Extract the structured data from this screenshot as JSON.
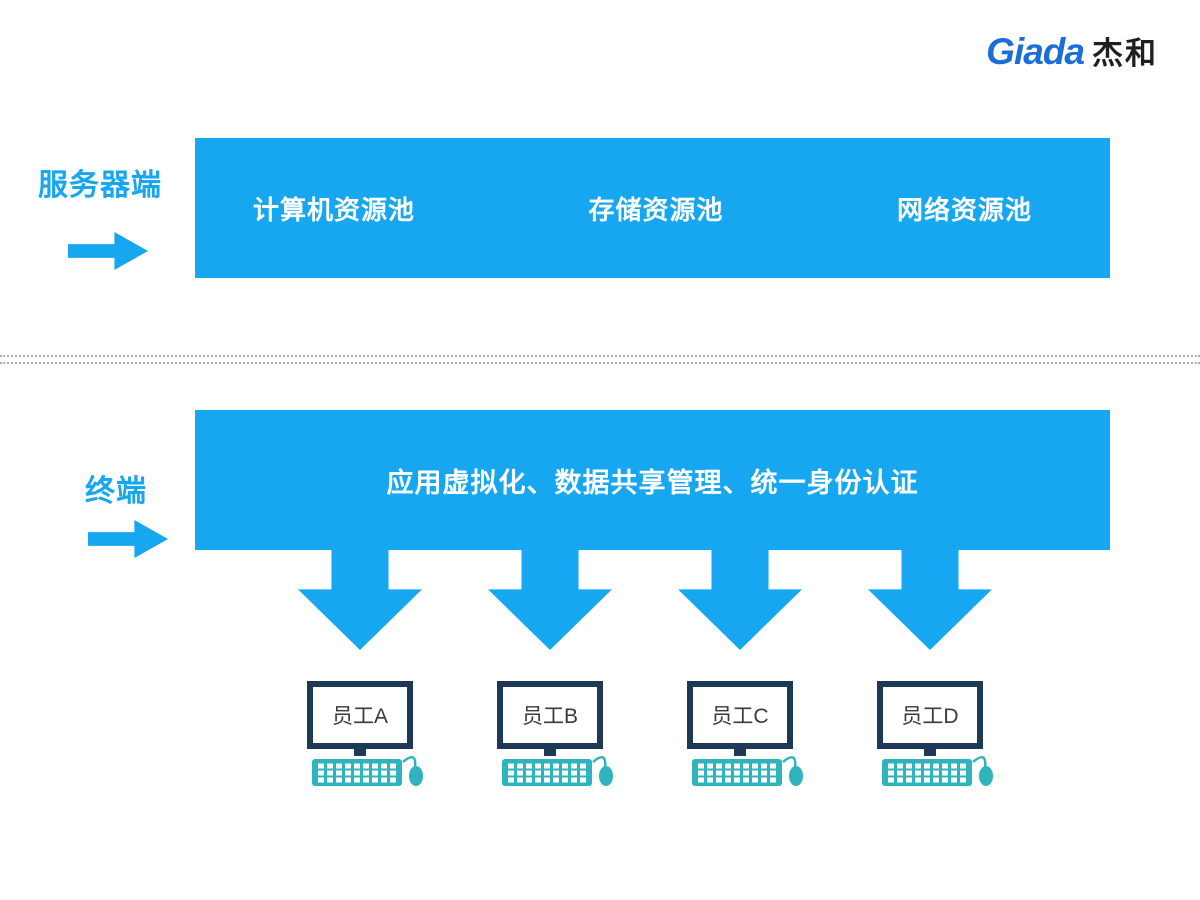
{
  "logo": {
    "brand": "Giada",
    "brand_suffix": "杰和"
  },
  "server": {
    "label": "服务器端",
    "pools": [
      "计算机资源池",
      "存储资源池",
      "网络资源池"
    ]
  },
  "terminal": {
    "label": "终端",
    "banner": "应用虚拟化、数据共享管理、统一身份认证",
    "workstations": [
      "员工A",
      "员工B",
      "员工C",
      "员工D"
    ]
  },
  "colors": {
    "primary_blue": "#16a7f0",
    "logo_blue": "#1b6ed9",
    "device_teal": "#2fb3bd",
    "monitor_frame": "#1c3a55"
  }
}
